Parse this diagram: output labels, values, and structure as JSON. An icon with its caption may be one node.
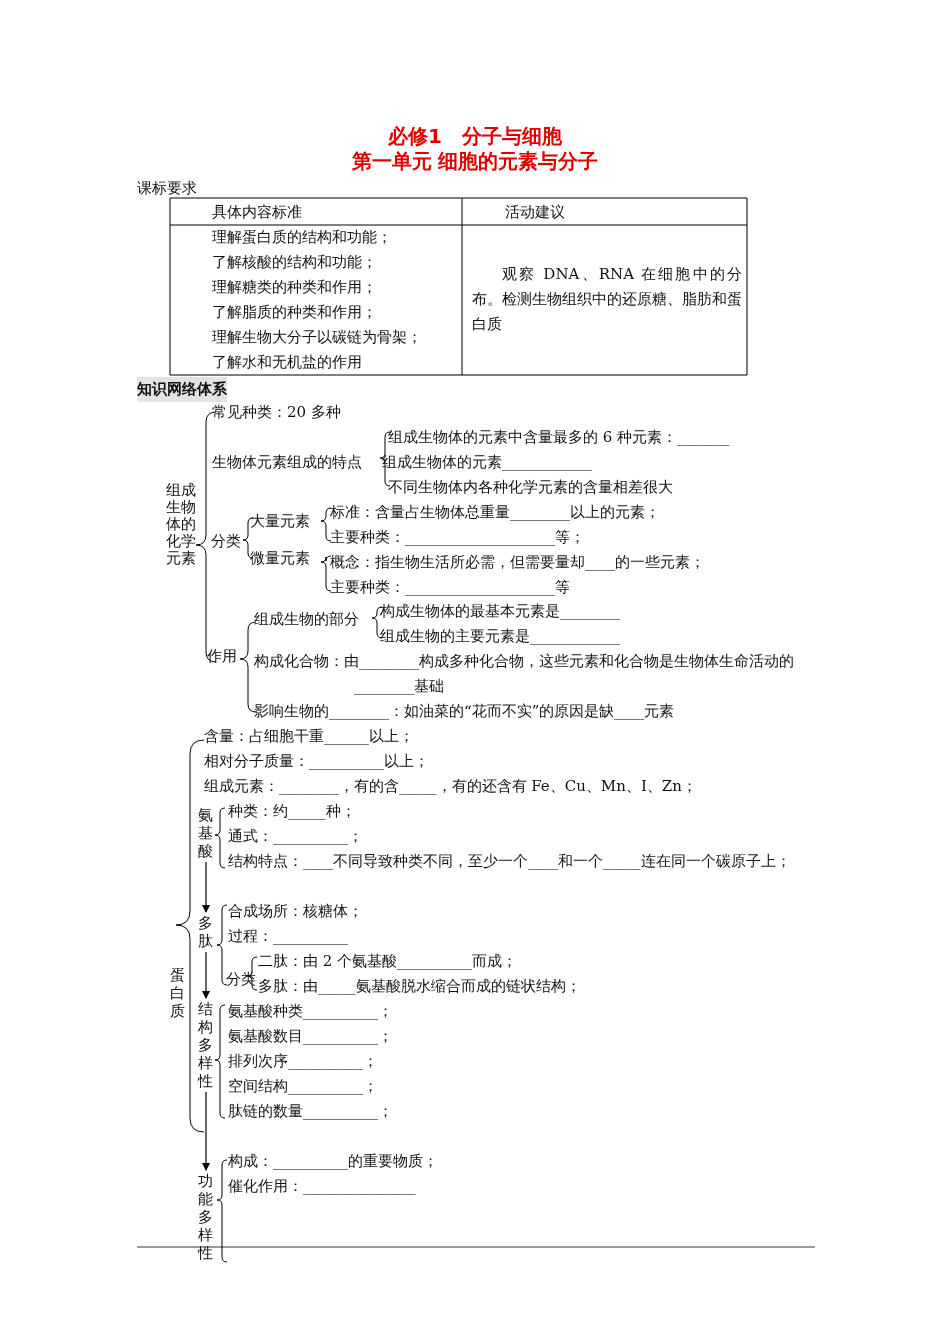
{
  "diagram": {
    "title": "必修1　分子与细胞",
    "nodes": [
      {
        "text": [
          "氨基酸"
        ]
      },
      {
        "text": [
          "多肽"
        ]
      },
      {
        "text": [
          "结构多样性"
        ]
      },
      {
        "text": [
          "功能多样性"
        ]
      }
    ],
    "edges": [
      {
        "from": 0,
        "to": 1,
        "arrow": "to"
      },
      {
        "from": 1,
        "to": 2,
        "arrow": "to"
      },
      {
        "from": 2,
        "to": 3,
        "arrow": "to"
      }
    ],
    "labels": [
      "第一单元 细胞的元素与分子",
      "课标要求",
      "具体内容标准",
      "活动建议",
      "理解蛋白质的结构和功能；",
      "了解核酸的结构和功能；",
      "理解糖类的种类和作用；",
      "了解脂质的种类和作用；",
      "理解生物大分子以碳链为骨架；",
      "了解水和无机盐的作用",
      "观察 DNA、RNA 在细胞中的分布。检测生物组织中的还原糖、脂肪和蛋白质",
      "知识网络体系",
      "常见种类：20 多种",
      "生物体元素组成的特点",
      "组成生物体的元素中含量最多的 6 种元素：_______",
      "组成生物体的元素____________",
      "不同生物体内各种化学元素的含量相差很大",
      "组成生物体的化学元素",
      "分类",
      "大量元素",
      "微量元素",
      "标准：含量占生物体总重量________以上的元素；",
      "主要种类：____________________等；",
      "概念：指生物生活所必需，但需要量却____的一些元素；",
      "主要种类：____________________等",
      "作用",
      "组成生物的部分",
      "构成生物体的最基本元素是________",
      "组成生物的主要元素是____________",
      "构成化合物：由________构成多种化合物，这些元素和化合物是生物体生命活动的________基础",
      "影响生物的________：如油菜的“花而不实”的原因是缺____元素",
      "含量：占细胞干重______以上；",
      "相对分子质量：__________以上；",
      "组成元素：________，有的含_____，有的还含有 Fe、Cu、Mn、I、Zn；",
      "种类：约_____种；",
      "通式：__________；",
      "结构特点：____不同导致种类不同，至少一个____和一个_____连在同一个碳原子上；",
      "合成场所：核糖体；",
      "过程：__________",
      "分类",
      "二肽：由 2 个氨基酸__________而成；",
      "多肽：由_____氨基酸脱水缩合而成的链状结构；",
      "蛋白质",
      "氨基酸种类__________；",
      "氨基酸数目__________；",
      "排列次序__________；",
      "空间结构__________；",
      "肽链的数量__________；",
      "构成：__________的重要物质；",
      "催化作用：_______________"
    ]
  }
}
